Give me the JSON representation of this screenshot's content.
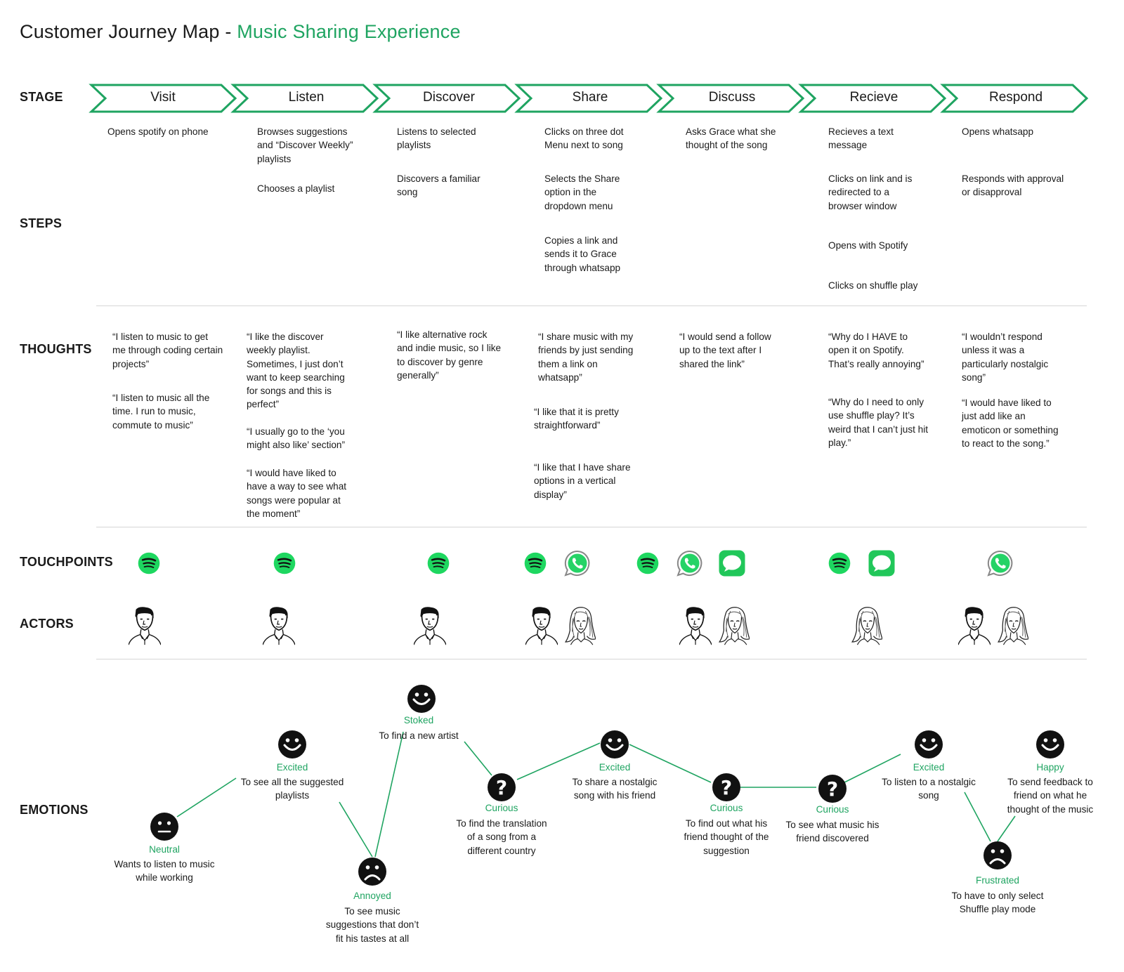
{
  "title": {
    "main": "Customer Journey Map",
    "sep": " - ",
    "accent": "Music Sharing Experience"
  },
  "colors": {
    "accent": "#1fa461",
    "spotify": "#1ed760",
    "whatsapp": "#25d366",
    "messages": "#21c75a"
  },
  "labels": {
    "stage": "STAGE",
    "steps": "STEPS",
    "thoughts": "THOUGHTS",
    "touchpoints": "TOUCHPOINTS",
    "actors": "ACTORS",
    "emotions": "EMOTIONS"
  },
  "stages": [
    "Visit",
    "Listen",
    "Discover",
    "Share",
    "Discuss",
    "Recieve",
    "Respond"
  ],
  "steps": {
    "visit": [
      "Opens spotify on phone"
    ],
    "listen": [
      "Browses suggestions\nand “Discover Weekly”\nplaylists",
      "Chooses a playlist"
    ],
    "discover": [
      "Listens to selected\nplaylists",
      "Discovers a familiar\nsong"
    ],
    "share": [
      "Clicks on three dot\nMenu next to song",
      "Selects the Share\noption in the\ndropdown menu",
      "Copies a link and\nsends it to Grace\nthrough whatsapp"
    ],
    "discuss": [
      "Asks Grace what she\nthought of the song"
    ],
    "recieve": [
      "Recieves a text\nmessage",
      "Clicks on link and is\nredirected to a\nbrowser window",
      "Opens with Spotify",
      "Clicks on shuffle play"
    ],
    "respond": [
      "Opens whatsapp",
      "Responds with approval\nor disapproval"
    ]
  },
  "thoughts": {
    "visit": [
      "“I  listen to music to get\nme through coding certain\nprojects”",
      "“I  listen to music all the\ntime. I run to music,\ncommute to music”"
    ],
    "listen": [
      "“I like the discover\nweekly playlist.\nSometimes, I just don’t\nwant to keep searching\nfor songs and this is\nperfect”",
      "“I usually go to the ‘you\nmight also like’ section”",
      "“I would have liked to\nhave a way to see what\nsongs were popular at\nthe moment”"
    ],
    "discover": [
      "“I like alternative rock\nand indie music, so I like\nto discover by genre\ngenerally”"
    ],
    "share": [
      "“I share music with my\nfriends by just sending\nthem a link on\nwhatsapp”",
      "“I like that it is pretty\nstraightforward”",
      "“I like that I have share\noptions in a vertical\ndisplay”"
    ],
    "discuss": [
      "“I would send a follow\nup to the text after I\nshared the link”"
    ],
    "recieve": [
      "“Why do I HAVE to\nopen it on Spotify.\nThat’s really annoying”",
      "“Why do I need to only\nuse shuffle play? It’s\nweird that I can’t just hit\nplay.”"
    ],
    "respond": [
      "“I wouldn’t respond\nunless it was a\nparticularly nostalgic\nsong”",
      "“I would have liked to\njust add like an\nemoticon or something\nto react to the song.”"
    ]
  },
  "touchpoints": [
    [
      "spotify"
    ],
    [
      "spotify"
    ],
    [
      "spotify"
    ],
    [
      "spotify",
      "whatsapp"
    ],
    [
      "spotify",
      "whatsapp",
      "messages"
    ],
    [
      "spotify",
      "messages"
    ],
    [
      "whatsapp"
    ]
  ],
  "actors": [
    [
      "man"
    ],
    [
      "man"
    ],
    [
      "man"
    ],
    [
      "man",
      "woman"
    ],
    [
      "man",
      "woman"
    ],
    [
      "woman"
    ],
    [
      "man",
      "woman"
    ]
  ],
  "emotions": [
    {
      "face": "neutral",
      "name": "Neutral",
      "desc": "Wants to listen to music\nwhile working"
    },
    {
      "face": "happy",
      "name": "Excited",
      "desc": "To see all the suggested\nplaylists"
    },
    {
      "face": "sad",
      "name": "Annoyed",
      "desc": "To see music\nsuggestions that don’t\nfit his tastes at all"
    },
    {
      "face": "happy",
      "name": "Stoked",
      "desc": "To find a new artist"
    },
    {
      "face": "question",
      "name": "Curious",
      "desc": "To find the translation\nof a song from a\ndifferent country"
    },
    {
      "face": "happy",
      "name": "Excited",
      "desc": "To share a nostalgic\nsong with his friend"
    },
    {
      "face": "question",
      "name": "Curious",
      "desc": "To find out what his\nfriend thought of the\nsuggestion"
    },
    {
      "face": "question",
      "name": "Curious",
      "desc": "To see what music his\nfriend discovered"
    },
    {
      "face": "happy",
      "name": "Excited",
      "desc": "To listen to a nostalgic\nsong"
    },
    {
      "face": "sad",
      "name": "Frustrated",
      "desc": "To have to only select\nShuffle play mode"
    },
    {
      "face": "happy",
      "name": "Happy",
      "desc": "To send feedback to\nfriend on what he\nthought of the music"
    }
  ]
}
